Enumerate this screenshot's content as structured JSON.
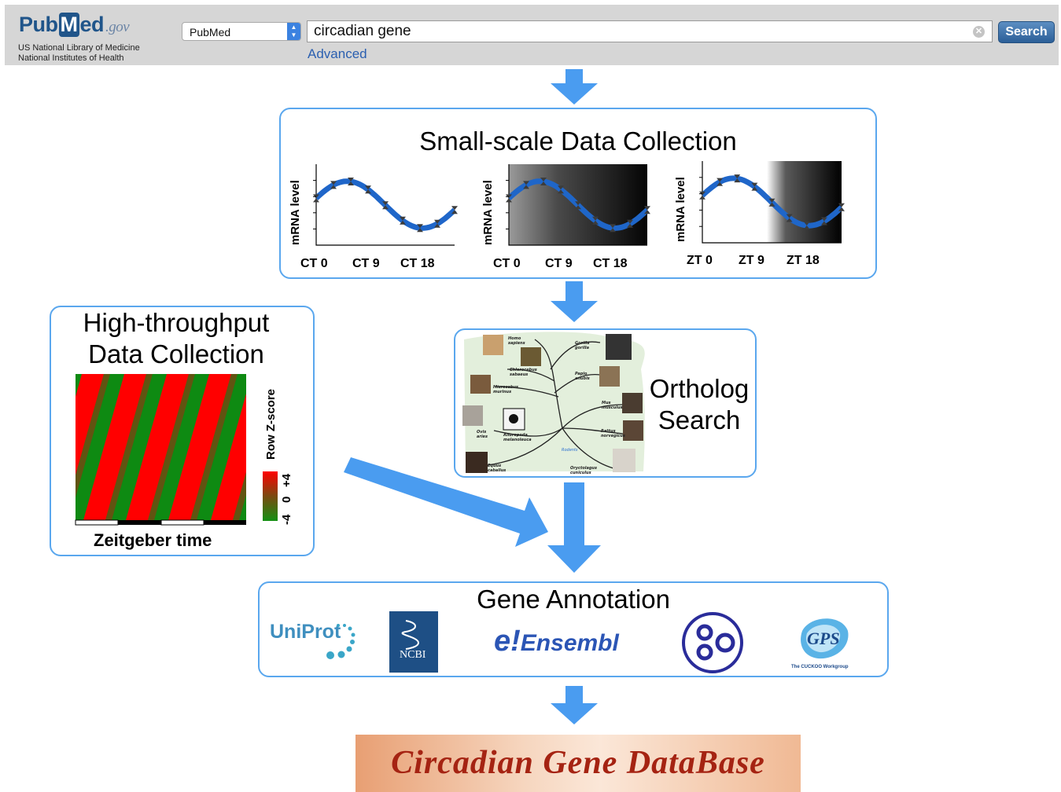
{
  "header": {
    "logo_pub": "Pub",
    "logo_m": "M",
    "logo_ed": "ed",
    "logo_gov": ".gov",
    "nlm_line1": "US National Library of Medicine",
    "nlm_line2": "National Institutes of Health",
    "database_selected": "PubMed",
    "search_value": "circadian gene",
    "search_button": "Search",
    "advanced_link": "Advanced"
  },
  "small_scale": {
    "title": "Small-scale Data Collection",
    "y_label": "mRNA level",
    "plots": [
      {
        "ticks": [
          "CT 0",
          "CT 9",
          "CT 18"
        ],
        "shading": "none"
      },
      {
        "ticks": [
          "CT 0",
          "CT 9",
          "CT 18"
        ],
        "shading": "constant-dark"
      },
      {
        "ticks": [
          "ZT 0",
          "ZT 9",
          "ZT 18"
        ],
        "shading": "light-dark"
      }
    ]
  },
  "high_throughput": {
    "title_line1": "High-throughput",
    "title_line2": "Data Collection",
    "x_label": "Zeitgeber time",
    "scale_label": "Row Z-score",
    "scale_ticks": [
      "-4",
      "0",
      "+4"
    ],
    "colors": {
      "high": "#ff0000",
      "low": "#1a8c1a"
    }
  },
  "ortholog": {
    "title_line1": "Ortholog",
    "title_line2": "Search",
    "species": [
      "Homo sapiens",
      "Gorilla gorilla",
      "Chlorocebus sabaeus",
      "Papio anubis",
      "Microcebus murinus",
      "Mus musculus",
      "Ovis aries",
      "Ailuropoda melanoleuca",
      "Rattus norvegicus",
      "Rodents",
      "Equus caballus",
      "Oryctolagus cuniculus"
    ]
  },
  "annotation": {
    "title": "Gene Annotation",
    "uniprot": "UniProt",
    "ncbi": "NCBI",
    "ensembl_e": "e!",
    "ensembl": "Ensembl",
    "gps": "GPS",
    "gps_caption": "The CUCKOO Workgroup"
  },
  "database": {
    "title": "Circadian Gene DataBase"
  },
  "colors": {
    "box_border": "#5aa7ee",
    "arrow": "#4a9cf0",
    "curve": "#1f66c9",
    "topbar": "#d6d6d6"
  }
}
